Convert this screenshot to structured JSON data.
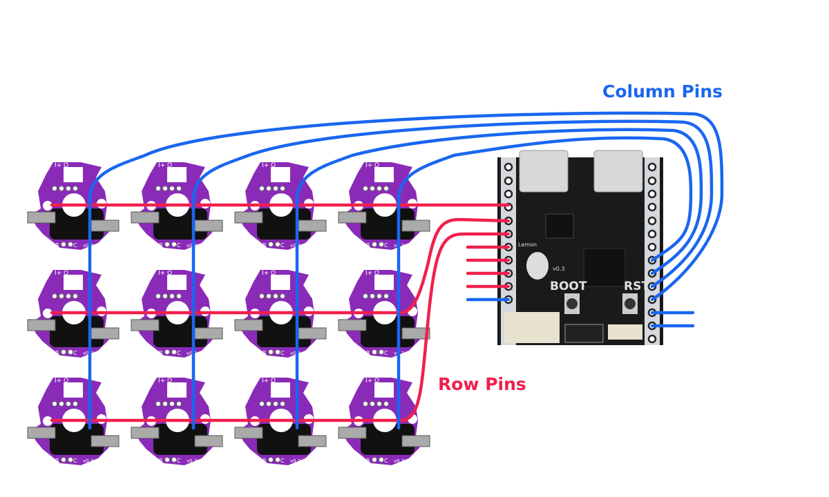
{
  "labels": {
    "column_pins": "Column Pins",
    "row_pins": "Row Pins"
  },
  "key_pcb": {
    "silkscreen_top": "I+ O",
    "silkscreen_r": "R",
    "silkscreen_c": "C",
    "version": "v0.3",
    "rows": 3,
    "columns": 4
  },
  "controller": {
    "brand": "Lemon",
    "version": "v0.3",
    "boot_label": "BOOT",
    "rst_label": "RST"
  },
  "colors": {
    "column_wire": "#1a66f0",
    "row_wire": "#f0204c",
    "pcb_purple": "#8a2bb8",
    "controller_black": "#1a1a1a"
  }
}
